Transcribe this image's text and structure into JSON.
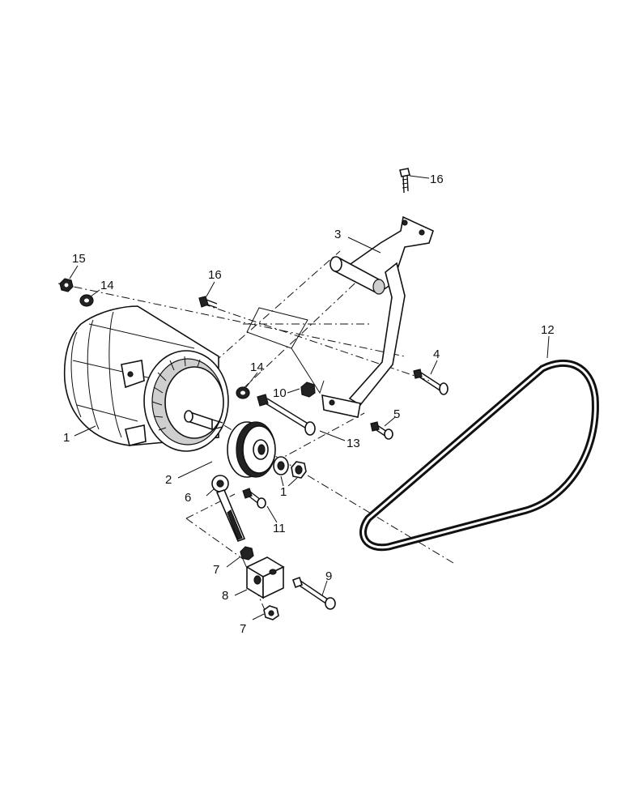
{
  "labels": {
    "l1": "1",
    "l1b": "1",
    "l2": "2",
    "l3": "3",
    "l4": "4",
    "l5": "5",
    "l6": "6",
    "l7a": "7",
    "l7b": "7",
    "l8": "8",
    "l9": "9",
    "l10": "10",
    "l11": "11",
    "l12": "12",
    "l13": "13",
    "l14a": "14",
    "l14b": "14",
    "l15": "15",
    "l16a": "16",
    "l16b": "16"
  }
}
